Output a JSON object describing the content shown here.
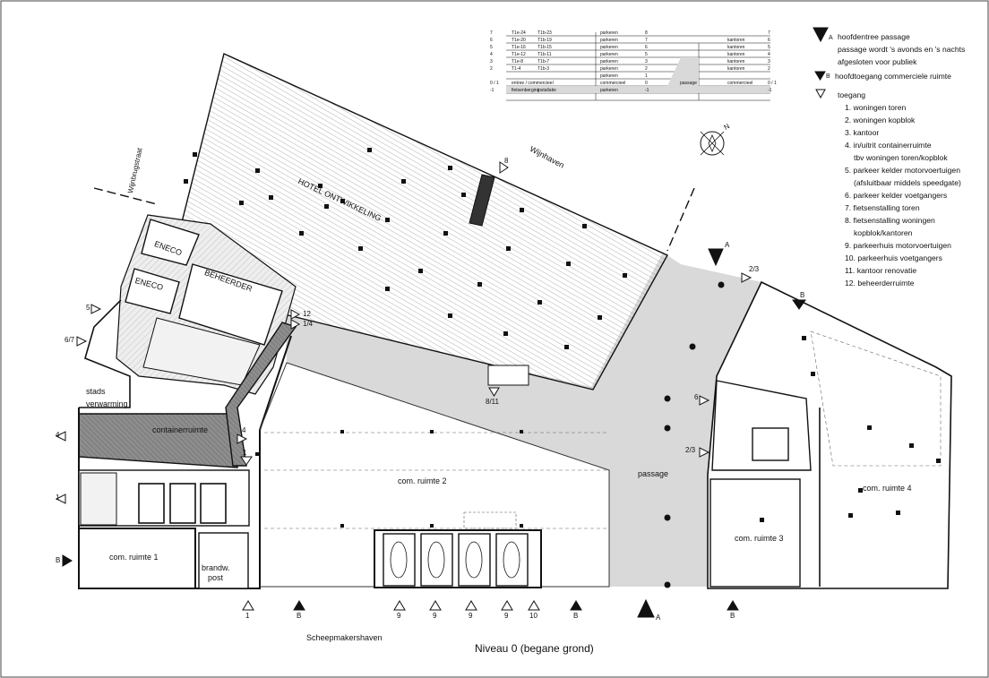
{
  "drawing": {
    "title": "Niveau 0 (begane grond)",
    "streets": {
      "bottom": "Scheepmakershaven",
      "top": "Wijnhaven",
      "left": "Wijnbrugstraat"
    },
    "compass": "N"
  },
  "rooms": {
    "hotel": "HOTEL ONTWIKKELING",
    "eneco_1": "ENECO",
    "eneco_2": "ENECO",
    "beheerder": "BEHEERDER",
    "stads": "stads",
    "verwarming": "verwarming",
    "containerruimte": "containerruimte",
    "com2": "com. ruimte 2",
    "com1": "com. ruimte 1",
    "brandw": "brandw.",
    "post": "post",
    "passage": "passage",
    "com3": "com. ruimte 3",
    "com4": "com. ruimte 4"
  },
  "markers": {
    "m8": "8",
    "m811": "8/11",
    "m12": "12",
    "m14": "1/4",
    "m5": "5",
    "m67": "6/7",
    "m4a": "4",
    "m4b": "4",
    "m1a": "1",
    "m1b": "1",
    "mB_left": "B",
    "mA_top": "A",
    "m23_top": "2/3",
    "mB_right_top": "B",
    "m6": "6",
    "m23_mid": "2/3",
    "bottom": {
      "b1": "1",
      "b2": "B",
      "b3": "9",
      "b4": "9",
      "b5": "9",
      "b6": "9",
      "b7": "10",
      "b8": "B",
      "b9": "A",
      "b10": "B"
    }
  },
  "legend": {
    "entrance_a_label": "A",
    "entrance_a_title": "hoofdentree passage",
    "entrance_a_note1": "passage wordt 's avonds en 's nachts",
    "entrance_a_note2": "afgesloten voor publiek",
    "entrance_b_label": "B",
    "entrance_b_title": "hoofdtoegang commerciele ruimte",
    "access_title": "toegang",
    "items": [
      "1. woningen toren",
      "2. woningen kopblok",
      "3. kantoor",
      "4. in/uitrit containerruimte",
      "tbv woningen toren/kopblok",
      "5. parkeer kelder motorvoertuigen",
      "(afsluitbaar middels speedgate)",
      "6. parkeer kelder voetgangers",
      "7. fietsenstalling toren",
      "8. fietsenstalling woningen",
      "kopblok/kantoren",
      "9. parkeerhuis motorvoertuigen",
      "10. parkeerhuis voetgangers",
      "11. kantoor renovatie",
      "12. beheerderruimte"
    ]
  },
  "level_table": {
    "rows": [
      {
        "lvl": "7",
        "a": "T1e-24",
        "b": "T1b-23",
        "mid": "parkeren",
        "n": "8",
        "right": "",
        "rl": "7"
      },
      {
        "lvl": "6",
        "a": "T1e-20",
        "b": "T1b-19",
        "mid": "parkeren",
        "n": "7",
        "right": "kantoren",
        "rl": "6"
      },
      {
        "lvl": "5",
        "a": "T1e-16",
        "b": "T1b-15",
        "mid": "parkeren",
        "n": "6",
        "right": "kantoren",
        "rl": "5"
      },
      {
        "lvl": "4",
        "a": "T1e-12",
        "b": "T1b-11",
        "mid": "parkeren",
        "n": "5",
        "right": "kantoren",
        "rl": "4"
      },
      {
        "lvl": "3",
        "a": "T1e-8",
        "b": "T1b-7",
        "mid": "parkeren",
        "n": "3",
        "right": "kantoren",
        "rl": "3"
      },
      {
        "lvl": "2",
        "a": "T1-4",
        "b": "T1b-3",
        "mid": "parkeren",
        "n": "2",
        "right": "kantoren",
        "rl": "2"
      },
      {
        "lvl": "",
        "a": "",
        "b": "",
        "mid": "parkeren",
        "n": "1",
        "right": "",
        "rl": ""
      },
      {
        "lvl": "0 / 1",
        "a": "entree / commercieel",
        "b": "",
        "mid": "commercieel",
        "n": "0",
        "passage": "passage",
        "right": "commercieel",
        "rl": "0 / 1"
      },
      {
        "lvl": "-1",
        "a": "fietsenberging",
        "b": "installatie",
        "mid": "parkeren",
        "n": "-1",
        "right": "",
        "rl": "-1"
      }
    ]
  },
  "colors": {
    "passage_fill": "#d9d9d9",
    "container_fill": "#8f8f8f",
    "hatch": "#666666",
    "line": "#111111"
  }
}
